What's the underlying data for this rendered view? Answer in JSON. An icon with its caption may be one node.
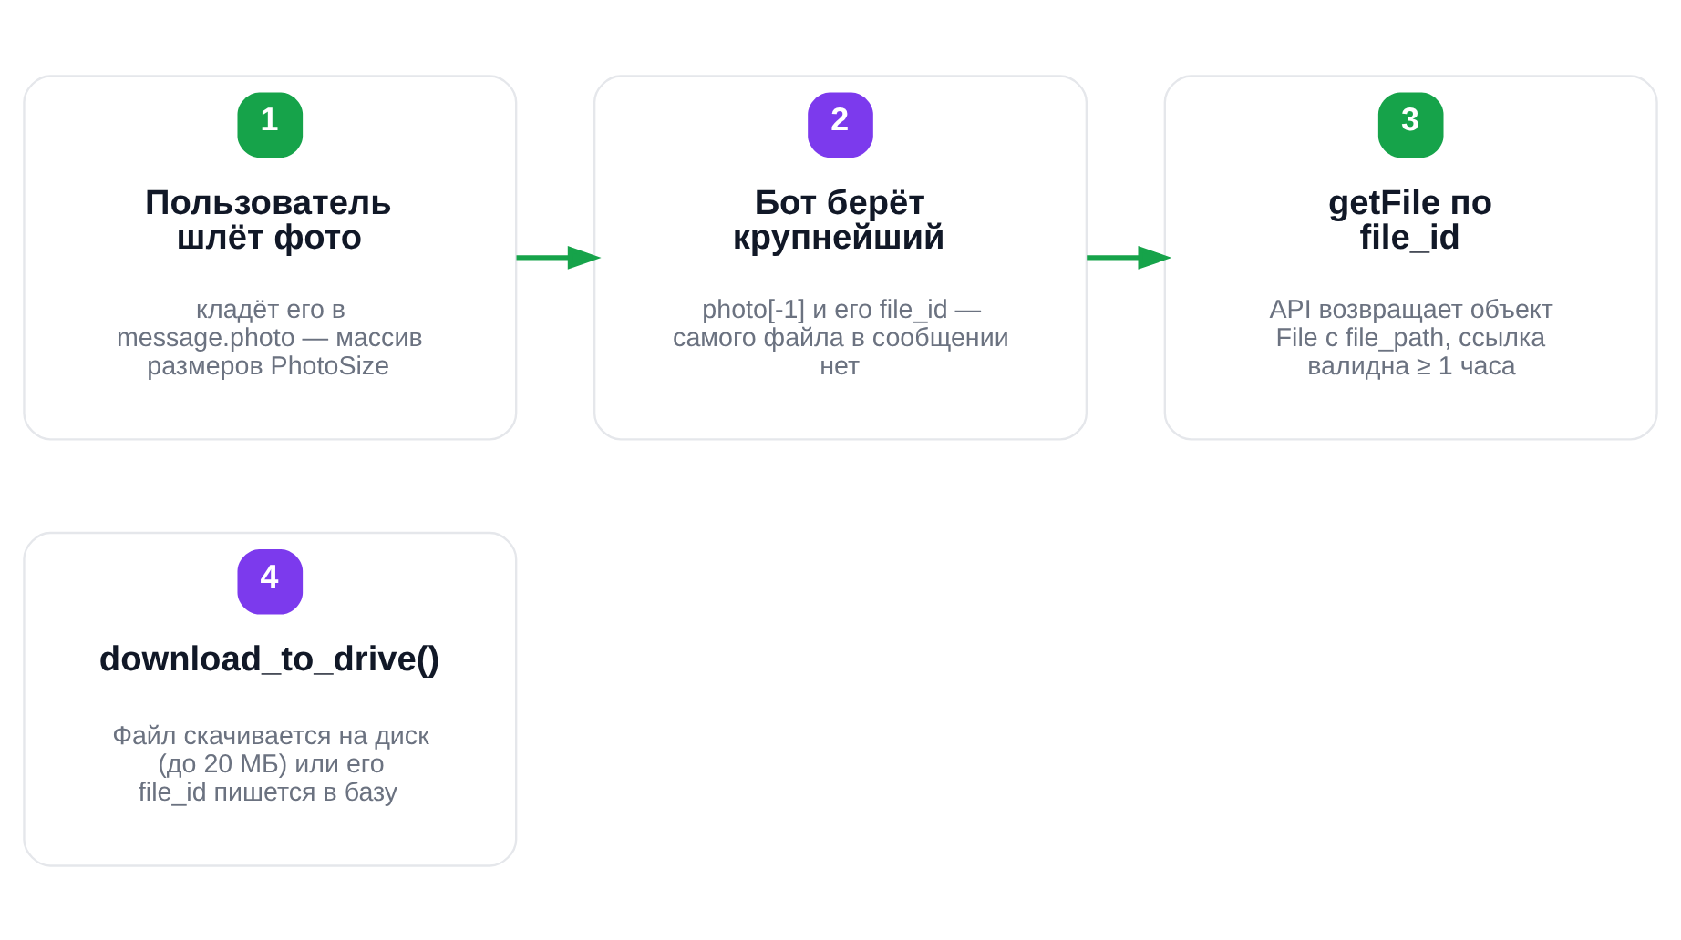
{
  "diagram": {
    "nodes": [
      {
        "text": [
          "1",
          "Пользователь шлёт фото",
          "кладёт его в message.photo — массив размеров PhotoSize"
        ]
      },
      {
        "text": [
          "2",
          "Бот берёт крупнейший",
          "photo[-1] и его file_id — самого файла в сообщении нет"
        ]
      },
      {
        "text": [
          "3",
          "getFile по file_id",
          "API возвращает объект File с file_path, ссылка валидна ≥ 1 часа"
        ]
      },
      {
        "text": [
          "4",
          "download_to_drive()",
          "Файл скачивается на диск (до 20 МБ) или его file_id пишется в базу"
        ]
      }
    ],
    "edges": [
      {
        "from": 0,
        "to": 1,
        "arrow": "to"
      },
      {
        "from": 1,
        "to": 2,
        "arrow": "to"
      }
    ]
  }
}
